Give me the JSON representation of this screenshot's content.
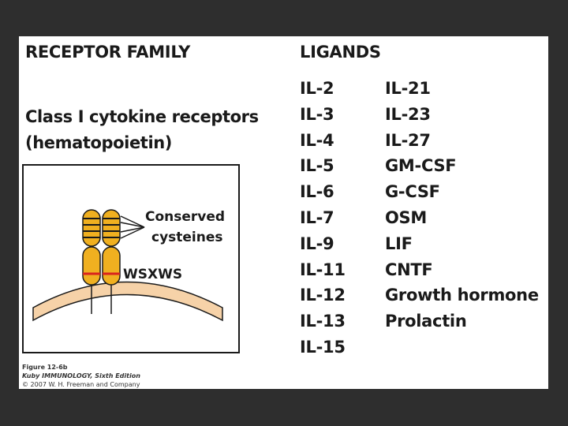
{
  "headers": {
    "receptor_family": "RECEPTOR FAMILY",
    "ligands": "LIGANDS"
  },
  "family": {
    "line1": "Class I cytokine receptors",
    "line2": "(hematopoietin)"
  },
  "figure": {
    "label_conserved": "Conserved",
    "label_cysteines": "cysteines",
    "label_motif": "WSXWS",
    "colors": {
      "domain_fill": "#f0b020",
      "stripe": "#1a1a1a",
      "motif_band": "#d8231e",
      "membrane": "#f6d2a8"
    }
  },
  "ligands": {
    "col1": [
      "IL-2",
      "IL-3",
      "IL-4",
      "IL-5",
      "IL-6",
      "IL-7",
      "IL-9",
      "IL-11",
      "IL-12",
      "IL-13",
      "IL-15"
    ],
    "col2": [
      "IL-21",
      "IL-23",
      "IL-27",
      "GM-CSF",
      "G-CSF",
      "OSM",
      "LIF",
      "CNTF",
      "Growth hormone",
      "Prolactin"
    ]
  },
  "credit": {
    "line1": "Figure 12-6b",
    "line2": "Kuby IMMUNOLOGY, Sixth Edition",
    "line3": "© 2007 W. H. Freeman and Company"
  }
}
